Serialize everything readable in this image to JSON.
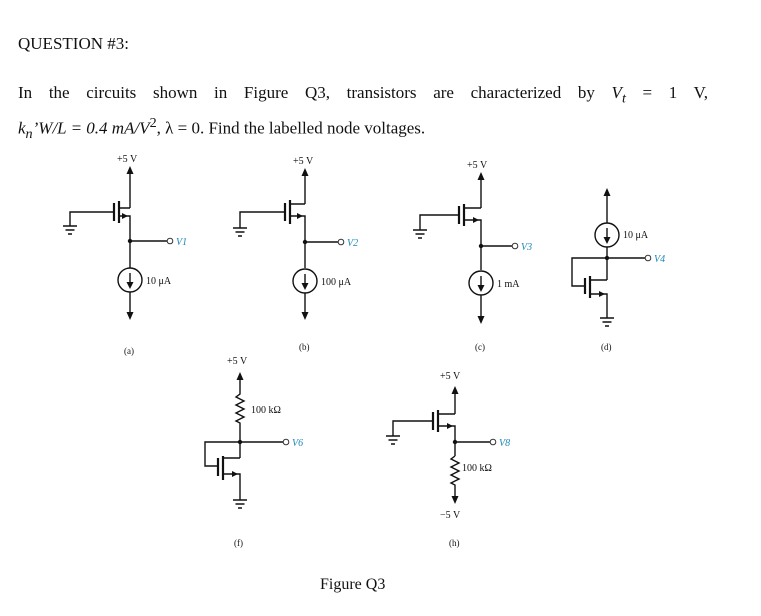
{
  "question": {
    "heading": "QUESTION #3:",
    "line1_a": "In the circuits shown in Figure Q3, transistors are characterized by ",
    "line1_vt": "V",
    "line1_vt_sub": "t",
    "line1_b": " = 1 V,",
    "line2_kn": "k",
    "line2_kn_sub": "n",
    "line2_a": "’W/L = 0.4 mA/V",
    "line2_sup": "2",
    "line2_b": ", λ = 0. Find the labelled node voltages."
  },
  "figure": {
    "caption": "Figure Q3",
    "circuits": {
      "a": {
        "supply": "+5 V",
        "source": "10 μA",
        "node": "V1",
        "label": "(a)"
      },
      "b": {
        "supply": "+5 V",
        "source": "100 μA",
        "node": "V2",
        "label": "(b)"
      },
      "c": {
        "supply": "+5 V",
        "source": "1 mA",
        "node": "V3",
        "label": "(c)"
      },
      "d": {
        "source": "10 μA",
        "node": "V4",
        "label": "(d)"
      },
      "f": {
        "supply": "+5 V",
        "resistor": "100 kΩ",
        "node": "V6",
        "label": "(f)"
      },
      "h": {
        "supply": "+5 V",
        "resistor": "100 kΩ",
        "negative_supply": "−5 V",
        "node": "V8",
        "label": "(h)"
      }
    }
  }
}
